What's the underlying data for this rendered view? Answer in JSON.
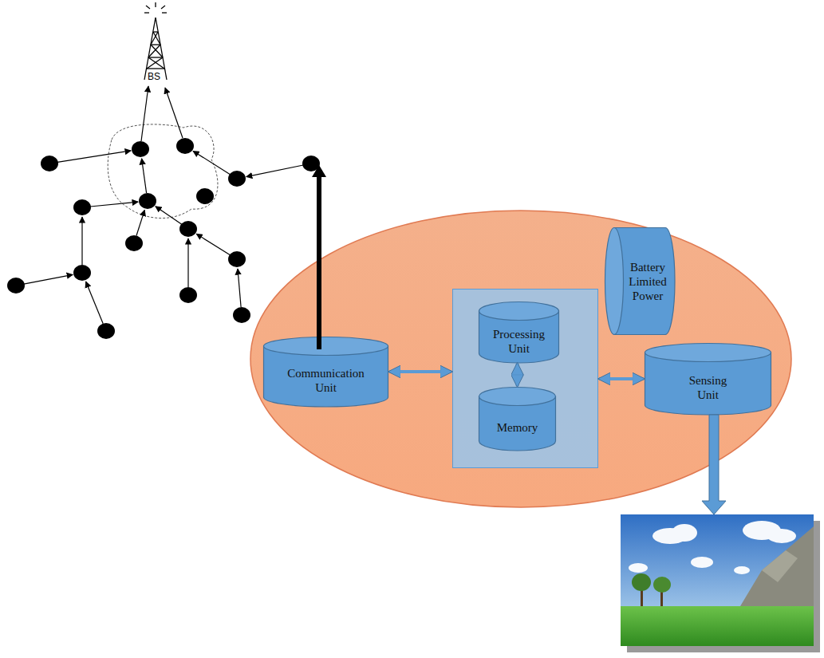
{
  "diagram": {
    "nodes": [
      {
        "text": []
      },
      {
        "text": [
          "Communication Unit"
        ],
        "in": 0
      },
      {
        "text": [],
        "in": 0
      },
      {
        "text": [
          "Processing Unit"
        ],
        "in": 2
      },
      {
        "text": [
          "Memory"
        ],
        "in": 2
      },
      {
        "text": [
          "Battery Limited Power"
        ],
        "in": 0
      },
      {
        "text": [
          "Sensing Unit"
        ],
        "in": 0
      }
    ],
    "edges": [
      {
        "from": 1,
        "to": 2,
        "arrow": "both"
      },
      {
        "from": 3,
        "to": 4,
        "arrow": "both"
      },
      {
        "from": 2,
        "to": 6,
        "arrow": "both"
      }
    ],
    "labels": [
      "BS"
    ]
  }
}
